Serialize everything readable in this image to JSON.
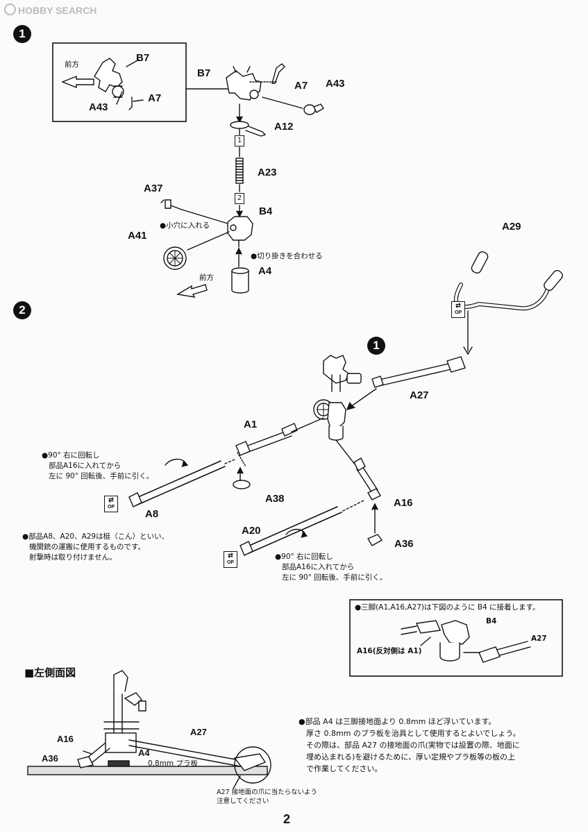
{
  "watermark": "HOBBY SEARCH",
  "step1": {
    "number": "1",
    "inset": {
      "direction": "前方",
      "parts": [
        "B7",
        "A43",
        "A7"
      ]
    },
    "parts": {
      "b7": "B7",
      "a7": "A7",
      "a43": "A43",
      "a12": "A12",
      "a23": "A23",
      "a37": "A37",
      "b4": "B4",
      "a41": "A41",
      "a4": "A4"
    },
    "badges": [
      "1",
      "2"
    ],
    "notes": {
      "small_hole": "●小穴に入れる",
      "align_notch": "●切り掛きを合わせる",
      "direction": "前方"
    }
  },
  "step2": {
    "number": "2",
    "parts": {
      "a29": "A29",
      "a27": "A27",
      "a1": "A1",
      "a38": "A38",
      "a8": "A8",
      "a16": "A16",
      "a20": "A20",
      "a36": "A36"
    },
    "ref_step": "1",
    "op_label": "OP",
    "note_rotate_1": [
      "●90° 右に回転し",
      "部品A16に入れてから",
      "左に 90° 回転後、手前に引く。"
    ],
    "note_rotate_2": [
      "●90° 右に回転し",
      "部品A16に入れてから",
      "左に 90° 回転後、手前に引く。"
    ],
    "note_handles": [
      "●部品A8、A20、A29は梃（こん）といい、",
      "機関銃の運搬に使用するものです。",
      "射撃時は取り付けません。"
    ],
    "tripod_box": {
      "caption": "●三脚(A1,A16,A27)は下図のように B4 に接着します。",
      "b4": "B4",
      "a27": "A27",
      "a16": "A16(反対側は A1)"
    }
  },
  "side_view": {
    "title": "■左側面図",
    "labels": {
      "a16": "A16",
      "a27": "A27",
      "a36": "A36",
      "a4": "A4",
      "plate": "0.8mm プラ板"
    },
    "claw_note": [
      "A27 接地面の爪に当たらないよう",
      "注意してください"
    ],
    "note": [
      "●部品 A4 は三脚接地面より 0.8mm ほど浮いています。",
      "厚さ 0.8mm のプラ板を治具として使用するとよいでしょう。",
      "その際は、部品 A27 の接地面の爪(実物では設置の際、地面に",
      "埋め込まれる)を避けるために、厚い定規やプラ板等の板の上",
      "で作業してください。"
    ]
  },
  "page_number": "2"
}
